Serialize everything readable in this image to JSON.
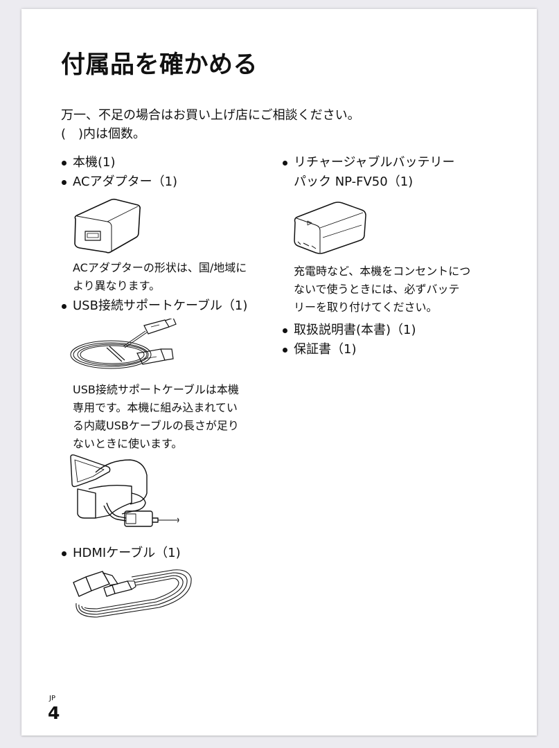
{
  "page": {
    "title": "付属品を確かめる",
    "intro": [
      "万一、不足の場合はお買い上げ店にご相談ください。",
      "(　)内は個数。"
    ],
    "left_column": {
      "items": [
        {
          "label": "本機(1)"
        },
        {
          "label": "ACアダプター（1)",
          "figure": "ac-adapter-illustration",
          "note": [
            "ACアダプターの形状は、国/地域に",
            "より異なります。"
          ]
        },
        {
          "label": "USB接続サポートケーブル（1)",
          "figure": "usb-cable-illustration",
          "note": [
            "USB接続サポートケーブルは本機",
            "専用です。本機に組み込まれてい",
            "る内蔵USBケーブルの長さが足り",
            "ないときに使います。"
          ],
          "figure2": "camcorder-usb-connection-illustration"
        },
        {
          "label": "HDMIケーブル（1)",
          "figure": "hdmi-cable-illustration"
        }
      ]
    },
    "right_column": {
      "items": [
        {
          "label_lines": [
            "リチャージャブルバッテリー",
            "パック NP-FV50（1)"
          ],
          "figure": "battery-pack-illustration",
          "note": [
            "充電時など、本機をコンセントにつ",
            "ないで使うときには、必ずバッテ",
            "リーを取り付けてください。"
          ]
        },
        {
          "label": "取扱説明書(本書)（1)"
        },
        {
          "label": "保証書（1)"
        }
      ]
    },
    "footer": {
      "language": "JP",
      "page_number": "4"
    }
  }
}
